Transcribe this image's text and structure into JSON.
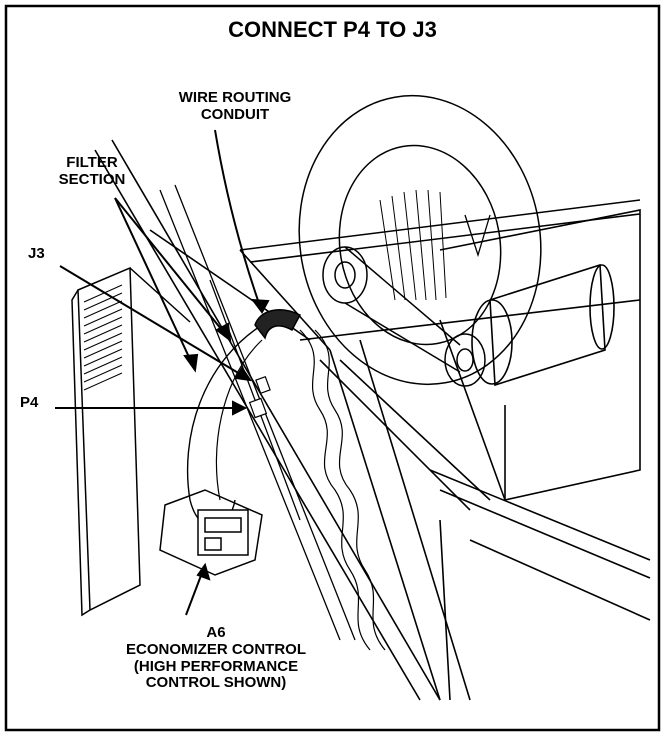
{
  "title": "CONNECT P4 TO J3",
  "labels": {
    "wire_routing_line1": "WIRE ROUTING",
    "wire_routing_line2": "CONDUIT",
    "filter_line1": "FILTER",
    "filter_line2": "SECTION",
    "j3": "J3",
    "p4": "P4",
    "a6_line1": "A6",
    "a6_line2": "ECONOMIZER CONTROL",
    "a6_line3": "(HIGH PERFORMANCE",
    "a6_line4": "CONTROL SHOWN)"
  },
  "colors": {
    "line": "#000000",
    "background": "#ffffff",
    "conduit": "#222222"
  }
}
